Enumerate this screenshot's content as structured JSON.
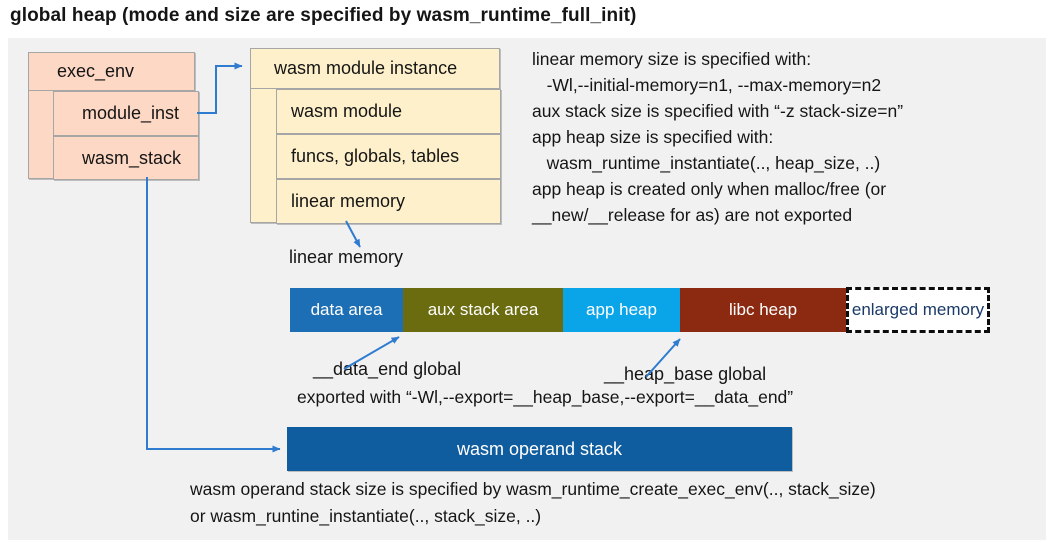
{
  "title": "global heap (mode and size are specified by wasm_runtime_full_init)",
  "exec_env": {
    "title": "exec_env",
    "rows": [
      "module_inst",
      "wasm_stack"
    ],
    "fill": "#fcd8c5"
  },
  "module_instance": {
    "title": "wasm module instance",
    "rows": [
      "wasm module",
      "funcs, globals, tables",
      "linear memory"
    ],
    "fill": "#fdf0ca"
  },
  "notes": {
    "lines": [
      "linear memory size is specified with:",
      "   -Wl,--initial-memory=n1, --max-memory=n2",
      "aux stack size is specified with “-z stack-size=n”",
      "app heap size is specified with:",
      "   wasm_runtime_instantiate(.., heap_size, ..)",
      "app heap is created only when malloc/free (or",
      "__new/__release for as) are not exported"
    ]
  },
  "linear_memory": {
    "label": "linear memory",
    "segments": [
      {
        "label": "data area",
        "color": "#1d6fb5"
      },
      {
        "label": "aux stack area",
        "color": "#6b6c0f"
      },
      {
        "label": "app heap",
        "color": "#0aa5e9"
      },
      {
        "label": "libc heap",
        "color": "#8c2911"
      },
      {
        "label": "enlarged memory",
        "color": "#ffffff",
        "border": "dashed-black",
        "text_color": "#1a3a68"
      }
    ],
    "data_end_label": "__data_end global",
    "heap_base_label": "__heap_base global",
    "export_note": "exported with “-Wl,--export=__heap_base,--export=__data_end”"
  },
  "operand_stack": {
    "label": "wasm operand stack",
    "color": "#0f5c9e"
  },
  "footer": {
    "lines": [
      "wasm operand stack size is specified by wasm_runtime_create_exec_env(.., stack_size)",
      "or wasm_runtine_instantiate(.., stack_size, ..)"
    ]
  },
  "colors": {
    "canvas_bg": "#f1f1f1",
    "exec_env_fill": "#fcd8c5",
    "module_instance_fill": "#fdf0ca",
    "connector_blue": "#2e7bd0",
    "box_border_gray": "#a6a6a6"
  }
}
